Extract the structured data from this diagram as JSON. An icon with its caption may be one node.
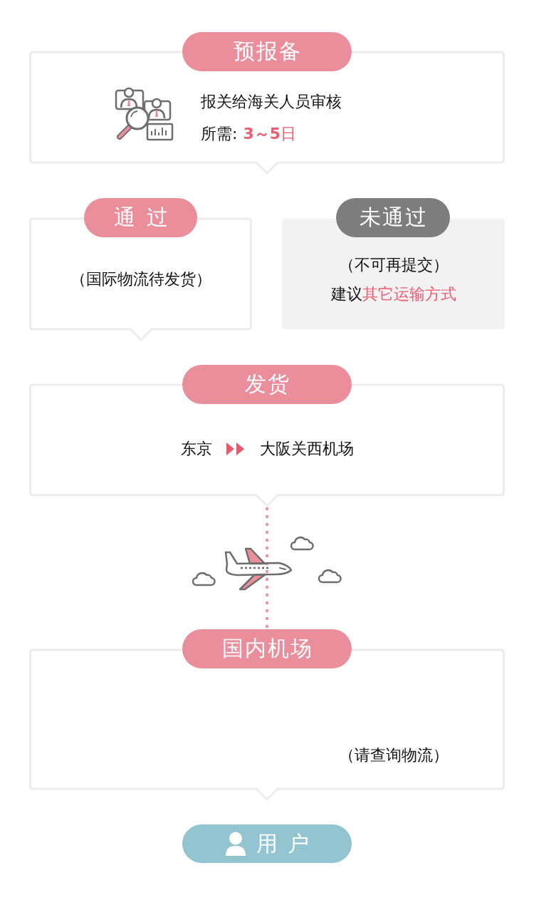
{
  "diagram": {
    "nodes": [
      {
        "text": [
          "预报备",
          "报关给海关人员审核",
          "所需:",
          "**3～5**日"
        ]
      },
      {
        "text": [
          "通过",
          "（国际物流待发货）"
        ]
      },
      {
        "text": [
          "未通过",
          "（不可再提交）",
          "建议",
          "其它运输方式"
        ]
      },
      {
        "text": [
          "发货",
          "东京",
          "大阪关西机场"
        ]
      },
      {
        "text": [
          "国内机场",
          "（请查询物流）"
        ]
      },
      {
        "text": [
          "用户"
        ]
      }
    ],
    "edges": [
      {
        "from": 3,
        "to": 4,
        "arrow": "none",
        "style": "dashed"
      }
    ]
  }
}
